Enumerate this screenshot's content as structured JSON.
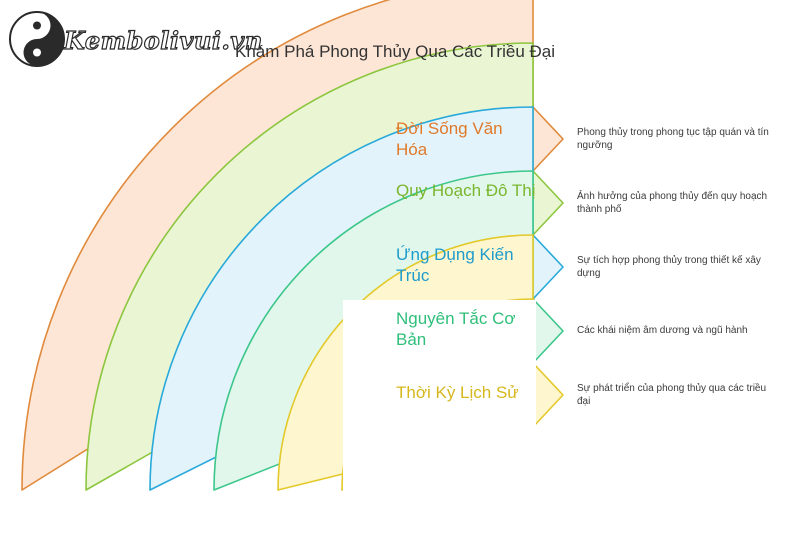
{
  "logo": {
    "text": "Kembolivui.vn"
  },
  "title": "Khám Phá Phong Thủy Qua Các Triều Đại",
  "bands": [
    {
      "label": "Đời Sống Văn Hóa",
      "description": "Phong thủy trong phong tục tập quán và tín ngưỡng",
      "fill": "#fde6d6",
      "stroke": "#e08a3c",
      "text_color": "#e07a2a"
    },
    {
      "label": "Quy Hoạch Đô Thị",
      "description": "Ảnh hưởng của phong thủy đến quy hoạch thành phố",
      "fill": "#eaf6d3",
      "stroke": "#8cc63f",
      "text_color": "#7ab62e"
    },
    {
      "label": "Ứng Dụng Kiến Trúc",
      "description": "Sự tích hợp phong thủy trong thiết kế xây dựng",
      "fill": "#e3f3fb",
      "stroke": "#29a9d9",
      "text_color": "#1e9ccc"
    },
    {
      "label": "Nguyên Tắc Cơ Bản",
      "description": "Các khái niệm âm dương và ngũ hành",
      "fill": "#e1f7ec",
      "stroke": "#3cc78a",
      "text_color": "#2fbf7a"
    },
    {
      "label": "Thời Kỳ Lịch Sử",
      "description": "Sự phát triển của phong thủy qua các triều đại",
      "fill": "#fdf6cf",
      "stroke": "#e3c92a",
      "text_color": "#d6b81e"
    }
  ]
}
